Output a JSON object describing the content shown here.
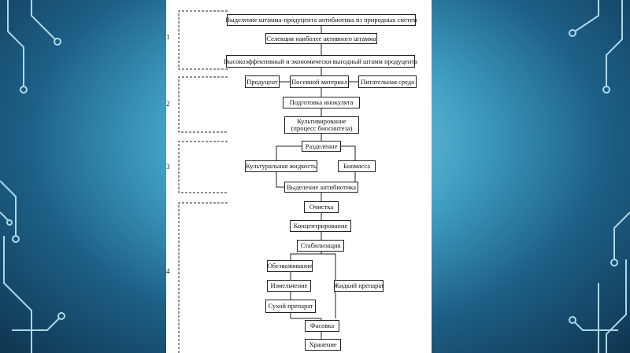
{
  "stages": [
    "1",
    "2",
    "3",
    "4"
  ],
  "boxes": {
    "isolation": "Выделение штамма-продуцента антибиотика из природных систем",
    "selection": "Селекция наиболее активного штамма",
    "strain": "Высокоэффективный и экономически выгодный штамм продуцента",
    "producer": "Продуцент",
    "seed": "Посевной материал",
    "medium": "Питательная среда",
    "inoculum": "Подготовка инокулята",
    "cultivation_l1": "Культивирование",
    "cultivation_l2": "(процесс биосинтеза)",
    "separation": "Разделение",
    "culture_liquid": "Культуральная жидкость",
    "biomass": "Биомасса",
    "antibiotic_isolation": "Выделение антибиотика",
    "purification": "Очистка",
    "concentration": "Концентрирование",
    "stabilization": "Стабилизация",
    "dehydration": "Обезвоживание",
    "liquid_prep": "Жидкий препарат",
    "grinding": "Измельчение",
    "dry_prep": "Сухой препарат",
    "packaging": "Фасовка",
    "storage": "Хранение"
  },
  "colors": {
    "panel": "#ffffff",
    "line": "#222222",
    "circuit": "#c8f0ff"
  }
}
